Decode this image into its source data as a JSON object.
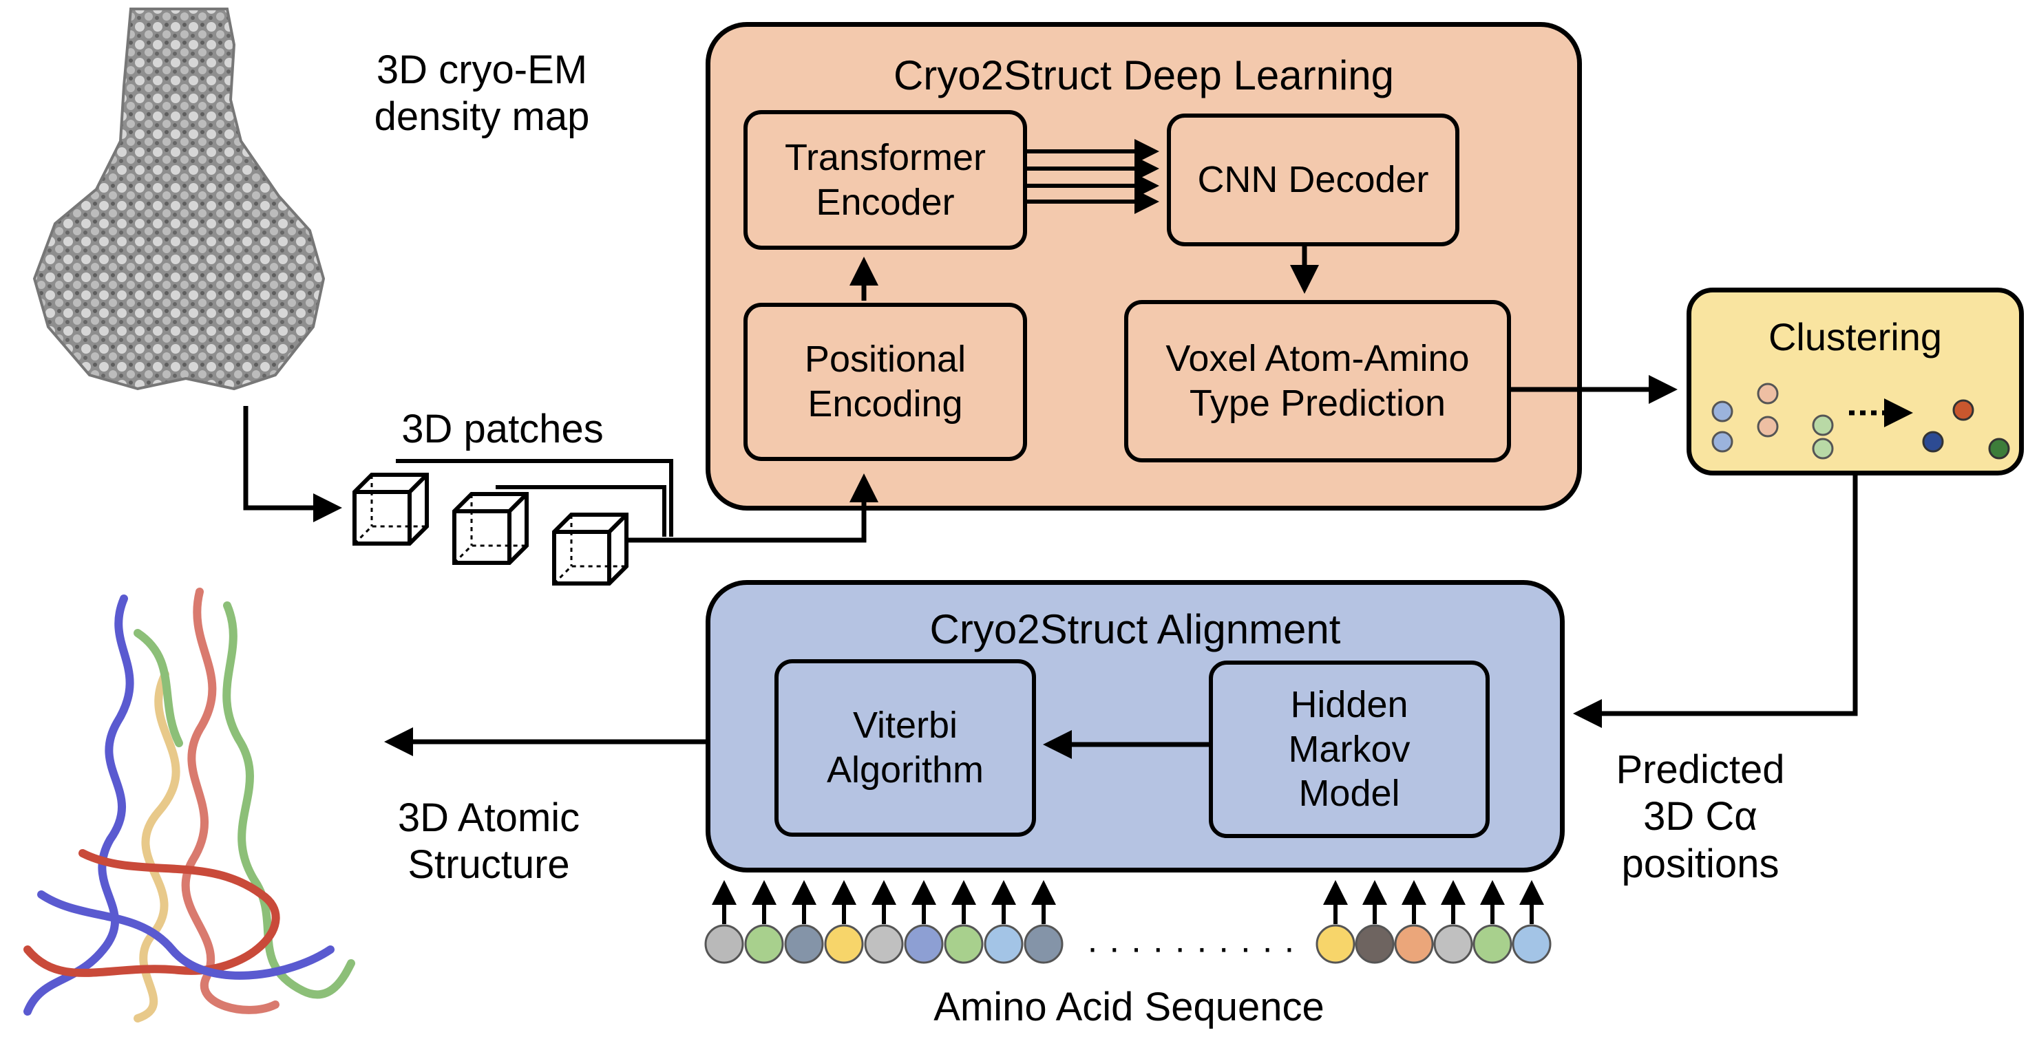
{
  "colors": {
    "deep_fill": "#f3c9ad",
    "align_fill": "#b5c3e2",
    "cluster_fill": "#f9e4a0",
    "line": "#000000"
  },
  "labels": {
    "density_map": "3D cryo-EM\ndensity map",
    "patches": "3D patches",
    "atomic_structure": "3D Atomic\nStructure",
    "predicted_positions": "Predicted\n3D Cα\npositions",
    "amino_sequence": "Amino Acid Sequence",
    "ellipsis": "· · · · · · · · · ·"
  },
  "deep_learning": {
    "title": "Cryo2Struct Deep Learning",
    "transformer": "Transformer\nEncoder",
    "cnn": "CNN Decoder",
    "positional": "Positional\nEncoding",
    "voxel": "Voxel Atom-Amino\nType Prediction"
  },
  "clustering": {
    "title": "Clustering",
    "dots_left": [
      {
        "color": "#9bb3dc"
      },
      {
        "color": "#9bb3dc"
      },
      {
        "color": "#eebfa3"
      },
      {
        "color": "#eebfa3"
      },
      {
        "color": "#b9d9a6"
      },
      {
        "color": "#b9d9a6"
      }
    ],
    "dots_right": [
      {
        "color": "#c9572e"
      },
      {
        "color": "#2d4b93"
      },
      {
        "color": "#3d7d3a"
      }
    ]
  },
  "alignment": {
    "title": "Cryo2Struct Alignment",
    "viterbi": "Viterbi\nAlgorithm",
    "hmm": "Hidden\nMarkov\nModel"
  },
  "sequence": {
    "left": [
      "#b9b9b9",
      "#a8d08d",
      "#8494a8",
      "#f7d56a",
      "#c0c0c0",
      "#8d9fd3",
      "#a8d08d",
      "#a3c4e6",
      "#8494a8"
    ],
    "right": [
      "#f7d56a",
      "#6e6460",
      "#eba67a",
      "#c0c0c0",
      "#a8d08d",
      "#a3c4e6"
    ]
  },
  "structure_colors": [
    "#5a5ad0",
    "#d97a6e",
    "#8cbf78",
    "#e8c98a",
    "#c94a3a"
  ]
}
